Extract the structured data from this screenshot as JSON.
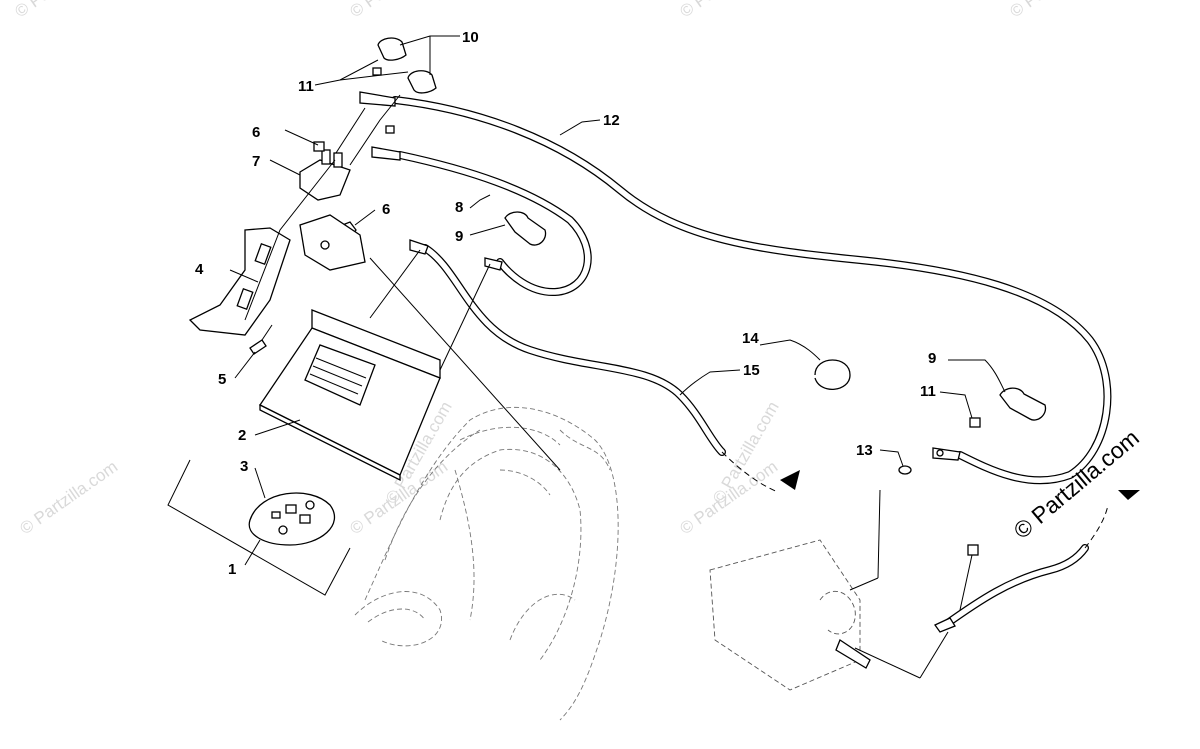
{
  "callouts": {
    "c1": "1",
    "c2": "2",
    "c3": "3",
    "c4": "4",
    "c5": "5",
    "c6a": "6",
    "c6b": "6",
    "c7": "7",
    "c8": "8",
    "c9a": "9",
    "c9b": "9",
    "c10": "10",
    "c11a": "11",
    "c11b": "11",
    "c12": "12",
    "c13": "13",
    "c14": "14",
    "c15": "15"
  },
  "watermarks": {
    "w1": "© Partzilla.com",
    "w2": "© Partzilla.com",
    "w3": "© Partzilla.com",
    "w4": "© Partzilla.com",
    "w5": "© Partzilla.com",
    "w6": "© Partzilla.com",
    "w7": "© Partzilla.com",
    "w8": "© Partzilla.com",
    "w9": "© Partzilla.com"
  },
  "brand": "© Partzilla.com",
  "colors": {
    "line": "#000000",
    "watermark": "#d9d9d9",
    "background": "#ffffff"
  }
}
